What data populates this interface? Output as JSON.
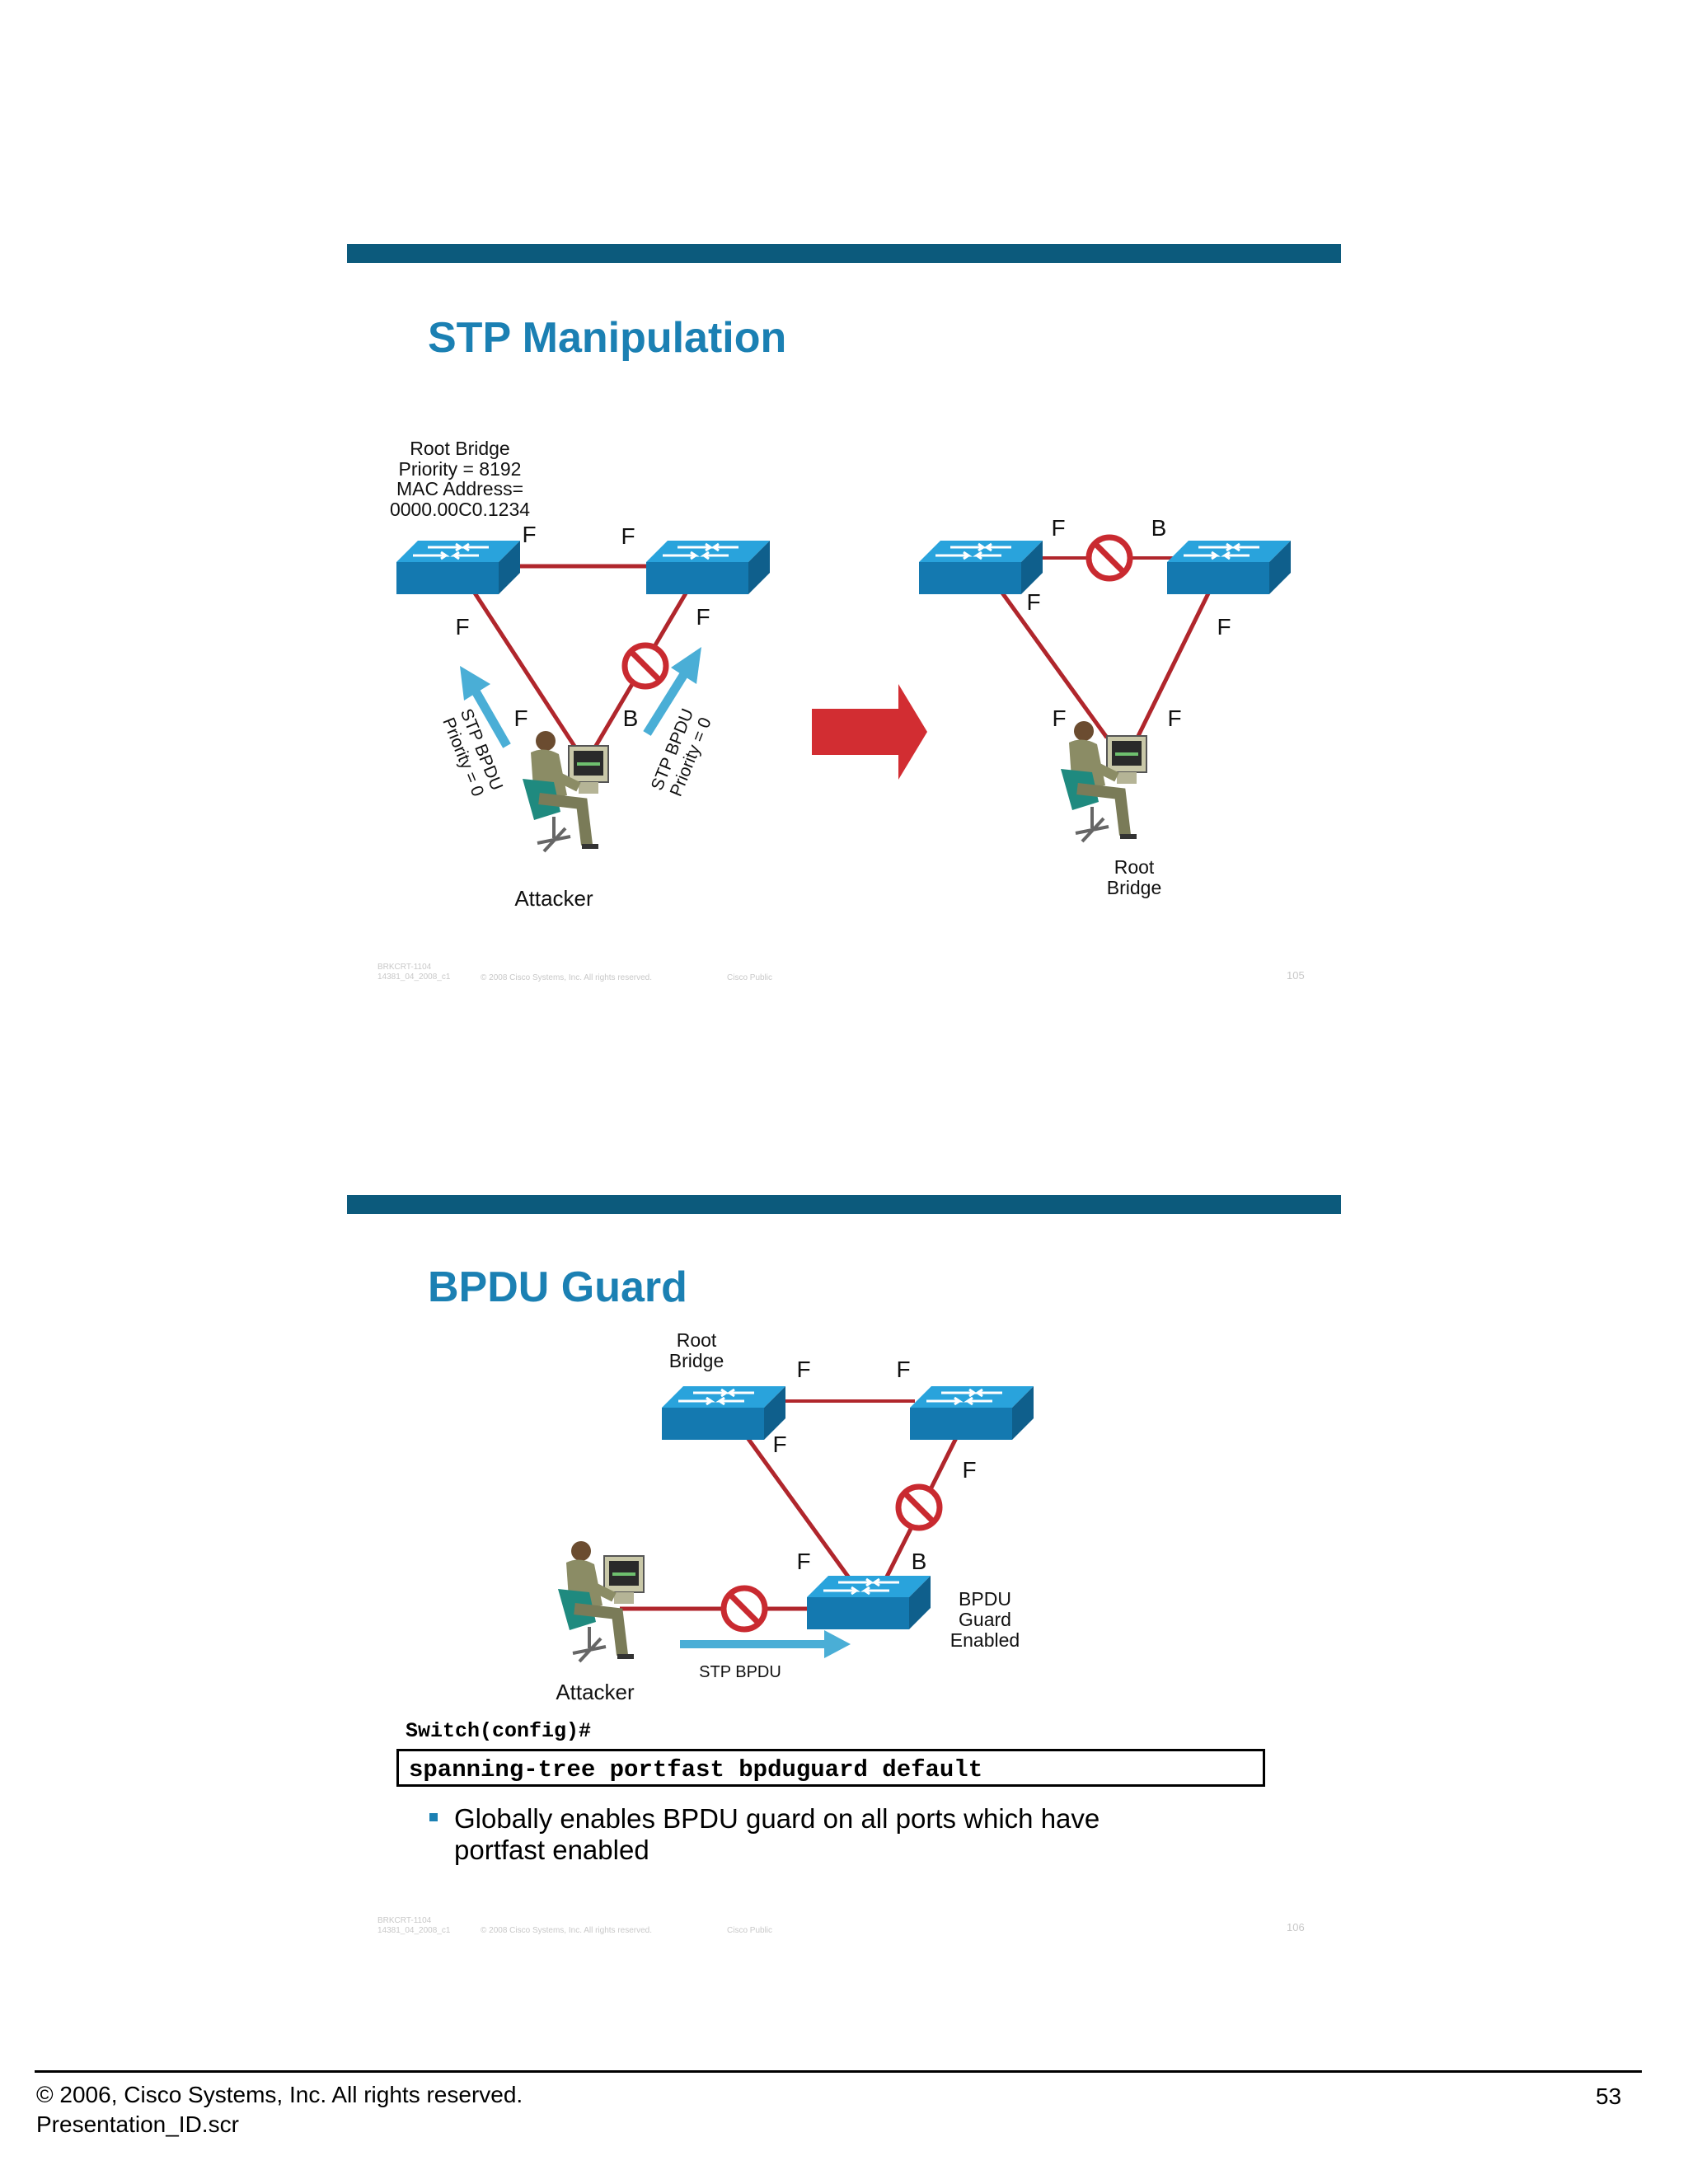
{
  "slide1": {
    "title": "STP Manipulation",
    "left": {
      "root_bridge_lines": [
        "Root Bridge",
        "Priority = 8192",
        "MAC Address=",
        "0000.00C0.1234"
      ],
      "port_labels": [
        "F",
        "F",
        "F",
        "F",
        "F",
        "B"
      ],
      "bpdu_left": [
        "STP BPDU",
        "Priority = 0"
      ],
      "bpdu_right": [
        "STP BPDU",
        "Priority = 0"
      ],
      "attacker": "Attacker"
    },
    "right": {
      "port_labels": [
        "F",
        "B",
        "F",
        "F",
        "F",
        "F"
      ],
      "root_bridge_lines": [
        "Root",
        "Bridge"
      ]
    },
    "footer": {
      "code_lines": [
        "BRKCRT-1104",
        "14381_04_2008_c1"
      ],
      "copyright": "© 2008 Cisco Systems, Inc. All rights reserved.",
      "classification": "Cisco Public",
      "page": "105"
    }
  },
  "slide2": {
    "title": "BPDU Guard",
    "root_bridge_lines": [
      "Root",
      "Bridge"
    ],
    "port_labels": [
      "F",
      "F",
      "F",
      "F",
      "F",
      "B"
    ],
    "guard_lines": [
      "BPDU",
      "Guard",
      "Enabled"
    ],
    "bpdu_label": "STP BPDU",
    "attacker": "Attacker",
    "prompt": "Switch(config)#",
    "command": "spanning-tree portfast bpduguard default",
    "bullet": "Globally enables BPDU guard on all ports which have portfast enabled",
    "footer": {
      "code_lines": [
        "BRKCRT-1104",
        "14381_04_2008_c1"
      ],
      "copyright": "© 2008 Cisco Systems, Inc. All rights reserved.",
      "classification": "Cisco Public",
      "page": "106"
    }
  },
  "page_footer": {
    "copyright": "© 2006, Cisco Systems, Inc. All rights reserved.",
    "filename": "Presentation_ID.scr",
    "page_number": "53"
  },
  "colors": {
    "bar": "#0c5a7c",
    "title": "#1b80b3",
    "link": "#b0262c",
    "switch_top": "#29a3dc",
    "switch_side": "#1479b0",
    "bpdu_arrow": "#4aaed6",
    "transition_arrow": "#d22d32"
  }
}
